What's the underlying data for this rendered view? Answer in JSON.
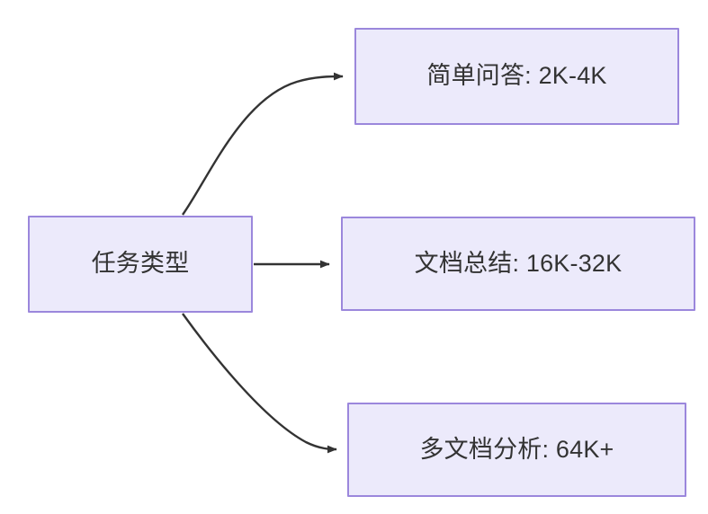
{
  "diagram": {
    "type": "flowchart",
    "direction": "left-to-right",
    "background_color": "#ffffff",
    "node_fill_color": "#ECEAFB",
    "node_border_color": "#9B87DC",
    "node_text_color": "#333333",
    "edge_color": "#333333",
    "nodes": [
      {
        "id": "source",
        "label": "任务类型"
      },
      {
        "id": "simple_qa",
        "label": "简单问答: 2K-4K"
      },
      {
        "id": "doc_summary",
        "label": "文档总结: 16K-32K"
      },
      {
        "id": "multi_doc",
        "label": "多文档分析: 64K+"
      }
    ],
    "edges": [
      {
        "id": "edge-source-simple-qa",
        "from": "source",
        "to": "simple_qa",
        "style": "curved",
        "arrowhead": "filled-triangle",
        "label": ""
      },
      {
        "id": "edge-source-doc-summary",
        "from": "source",
        "to": "doc_summary",
        "style": "straight",
        "arrowhead": "filled-triangle",
        "label": ""
      },
      {
        "id": "edge-source-multi-doc",
        "from": "source",
        "to": "multi_doc",
        "style": "curved",
        "arrowhead": "filled-triangle",
        "label": ""
      }
    ]
  }
}
